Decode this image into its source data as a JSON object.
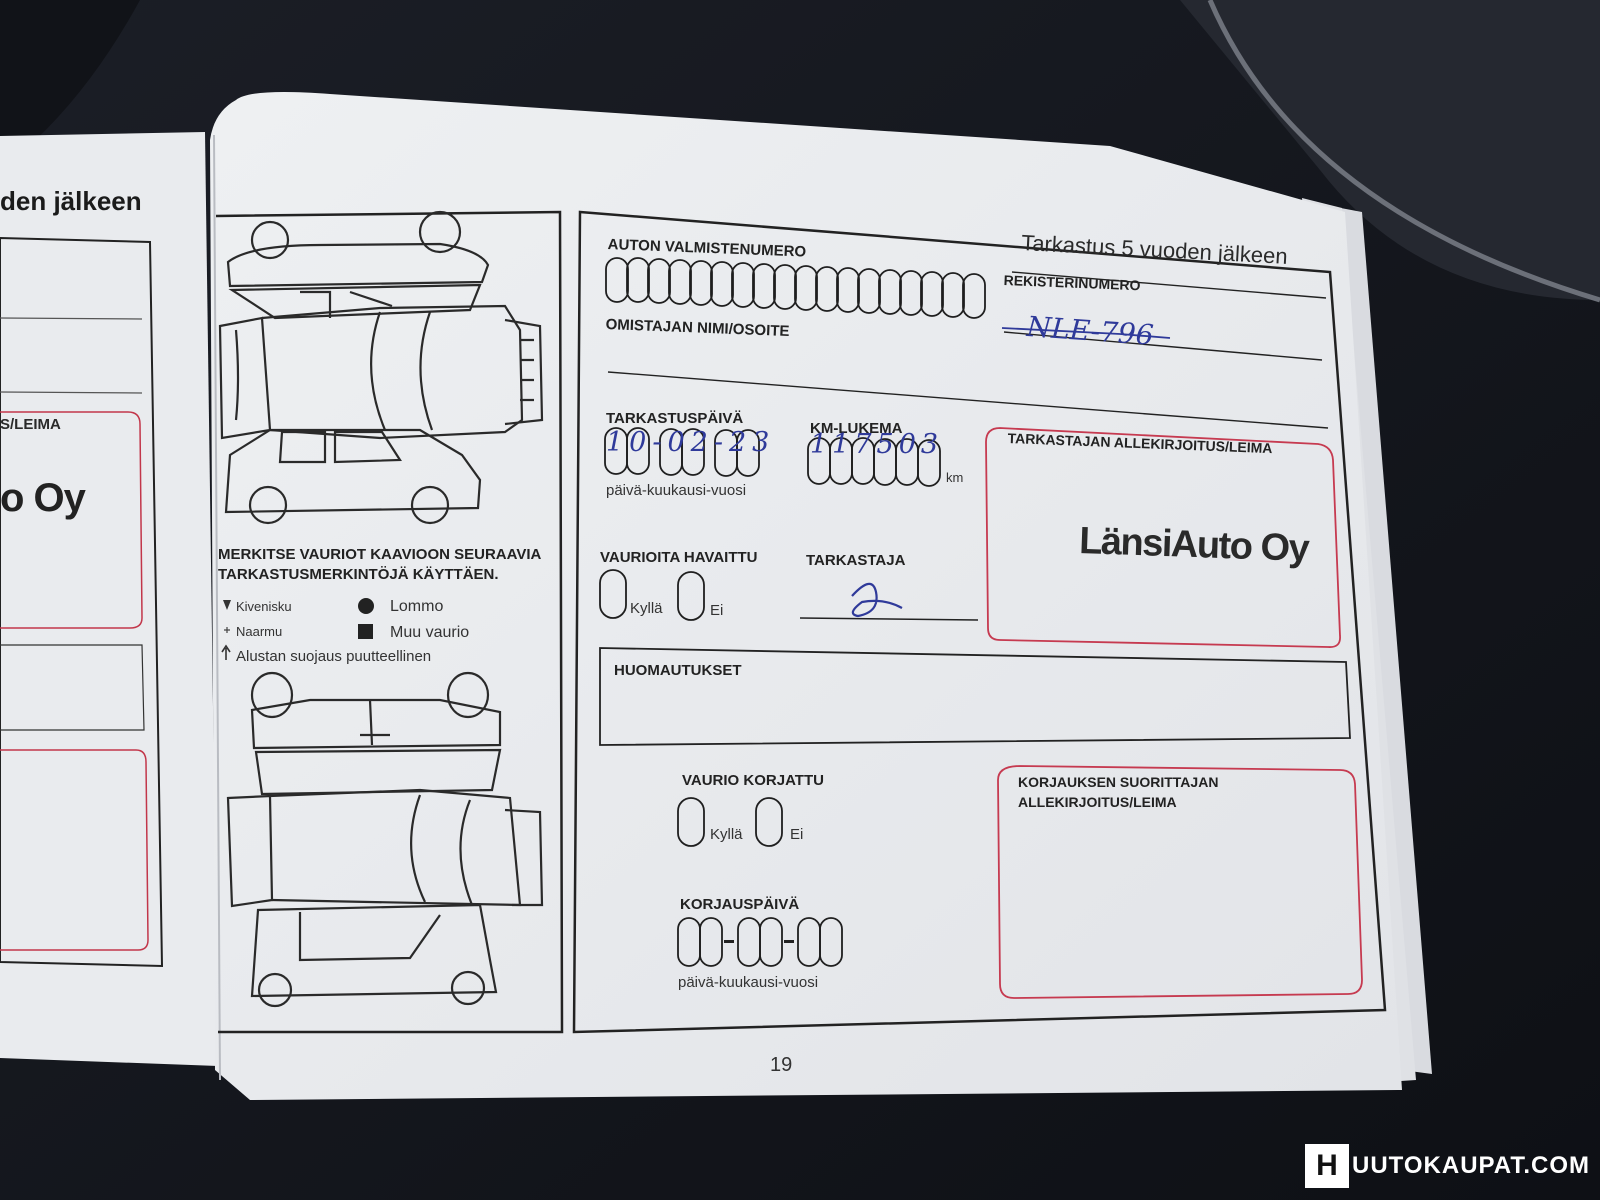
{
  "left_page": {
    "heading": "den jälkeen",
    "stamp_label": "S/LEIMA",
    "stamp_text": "o Oy"
  },
  "diagram": {
    "instruction_line1": "MERKITSE VAURIOT KAAVIOON SEURAAVIA",
    "instruction_line2": "TARKASTUSMERKINTÖJÄ KÄYTTÄEN.",
    "legend": {
      "kivenisku": "Kivenisku",
      "naarmu": "Naarmu",
      "alusta": "Alustan suojaus puutteellinen",
      "lommo": "Lommo",
      "muu_vaurio": "Muu vaurio"
    }
  },
  "form": {
    "title": "Tarkastus 5 vuoden jälkeen",
    "vin_label": "AUTON VALMISTENUMERO",
    "owner_label": "OMISTAJAN NIMI/OSOITE",
    "reg_label": "REKISTERINUMERO",
    "reg_value": "NLE-796",
    "inspection_date_label": "TARKASTUSPÄIVÄ",
    "inspection_date_value": "10-02-23",
    "date_format": "päivä-kuukausi-vuosi",
    "km_label": "KM-LUKEMA",
    "km_value": "117503",
    "km_unit": "km",
    "damage_found_label": "VAURIOITA HAVAITTU",
    "inspector_label": "TARKASTAJA",
    "inspector_signature": "N",
    "yes": "Kyllä",
    "no": "Ei",
    "inspector_sign_label": "TARKASTAJAN ALLEKIRJOITUS/LEIMA",
    "stamp_text": "LänsiAuto Oy",
    "remarks_label": "HUOMAUTUKSET",
    "repaired_label": "VAURIO KORJATTU",
    "repair_date_label": "KORJAUSPÄIVÄ",
    "repairer_label_line1": "KORJAUKSEN SUORITTAJAN",
    "repairer_label_line2": "ALLEKIRJOITUS/LEIMA",
    "page_number": "19"
  },
  "watermark": {
    "letter": "H",
    "text": "UUTOKAUPAT.COM"
  }
}
